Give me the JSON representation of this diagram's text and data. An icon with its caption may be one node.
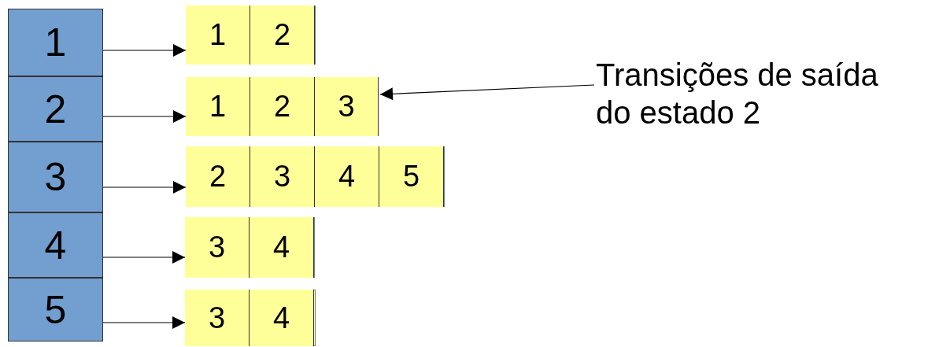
{
  "diagram": {
    "nodes": [
      {
        "text": [
          "1"
        ]
      },
      {
        "text": [
          "2"
        ]
      },
      {
        "text": [
          "3"
        ]
      },
      {
        "text": [
          "4"
        ]
      },
      {
        "text": [
          "5"
        ]
      },
      {
        "text": [],
        "shape": "box"
      },
      {
        "text": [
          "1"
        ],
        "in": 5
      },
      {
        "text": [
          "2"
        ],
        "in": 5
      },
      {
        "text": [],
        "shape": "box"
      },
      {
        "text": [
          "1"
        ],
        "in": 8
      },
      {
        "text": [
          "2"
        ],
        "in": 8
      },
      {
        "text": [
          "3"
        ],
        "in": 8
      },
      {
        "text": [],
        "shape": "box"
      },
      {
        "text": [
          "2"
        ],
        "in": 12
      },
      {
        "text": [
          "3"
        ],
        "in": 12
      },
      {
        "text": [
          "4"
        ],
        "in": 12
      },
      {
        "text": [
          "5"
        ],
        "in": 12
      },
      {
        "text": [],
        "shape": "box"
      },
      {
        "text": [
          "3"
        ],
        "in": 17
      },
      {
        "text": [
          "4"
        ],
        "in": 17
      },
      {
        "text": [],
        "shape": "box"
      },
      {
        "text": [
          "3"
        ],
        "in": 20
      },
      {
        "text": [
          "4"
        ],
        "in": 20
      },
      {
        "text": [
          "Transições de saída do estado 2"
        ]
      }
    ],
    "edges": [
      {
        "from": 0,
        "to": 5,
        "arrow": "to"
      },
      {
        "from": 1,
        "to": 8,
        "arrow": "to"
      },
      {
        "from": 2,
        "to": 12,
        "arrow": "to"
      },
      {
        "from": 3,
        "to": 17,
        "arrow": "to"
      },
      {
        "from": 4,
        "to": 20,
        "arrow": "to"
      },
      {
        "from": 23,
        "to": 8,
        "arrow": "to"
      }
    ]
  }
}
